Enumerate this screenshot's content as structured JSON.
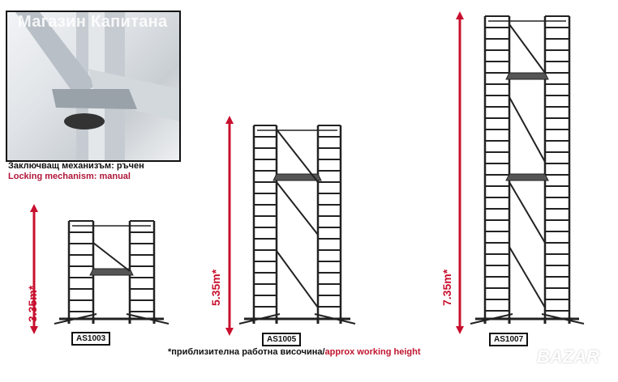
{
  "watermark": "Магазин Капитана",
  "caption_bg": "Заключващ механизъм: ръчен",
  "caption_en": "Locking mechanism: manual",
  "models": [
    {
      "name": "AS1003",
      "height": "3.35m*"
    },
    {
      "name": "AS1005",
      "height": "5.35m*"
    },
    {
      "name": "AS1007",
      "height": "7.35m*"
    }
  ],
  "footnote_bg": "*приблизителна работна височина/",
  "footnote_en": "approx working height",
  "brand_mark": "BAZAR",
  "colors": {
    "accent": "#c8102e",
    "frame": "#222222"
  }
}
